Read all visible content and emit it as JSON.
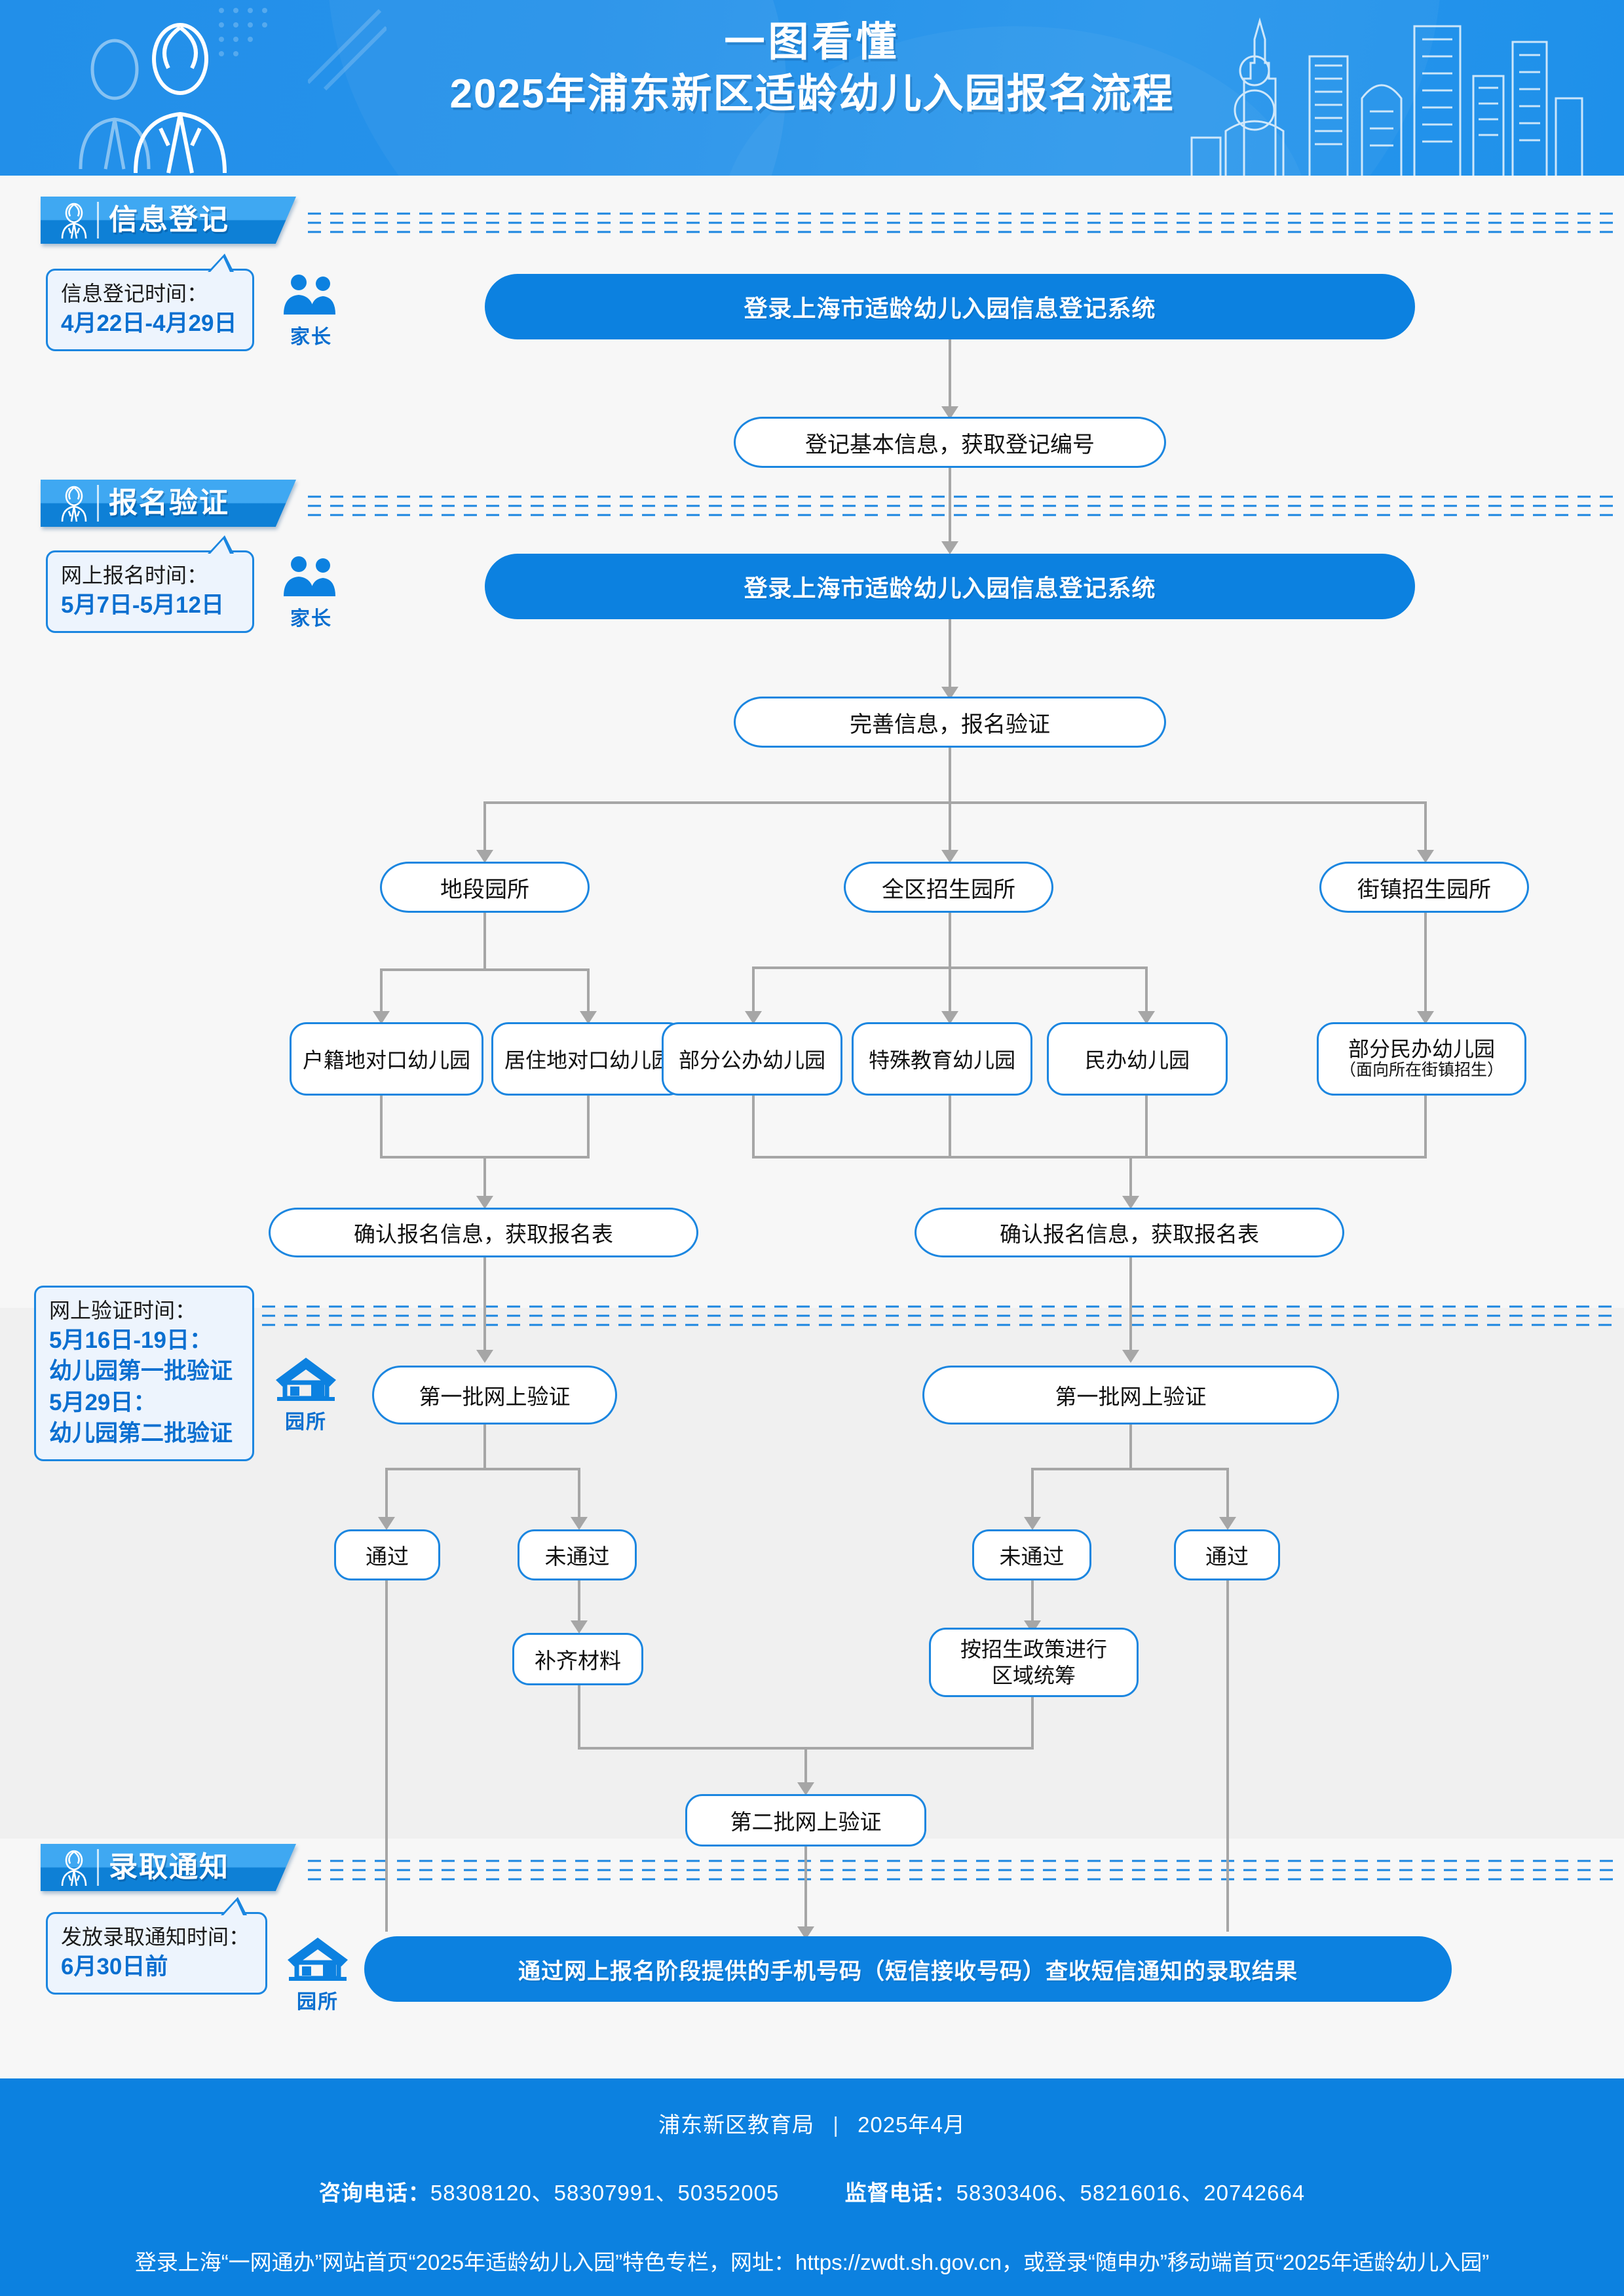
{
  "banner": {
    "line1": "一图看懂",
    "line2": "2025年浦东新区适龄幼儿入园报名流程"
  },
  "sections": [
    {
      "id": "info-registration",
      "title": "信息登记",
      "callout_label": "信息登记时间：",
      "callout_value": "4月22日-4月29日",
      "role_label": "家长",
      "role_icon": "parents-icon"
    },
    {
      "id": "signup-verification",
      "title": "报名验证",
      "callout_label": "网上报名时间：",
      "callout_value": "5月7日-5月12日",
      "role_label": "家长",
      "role_icon": "parents-icon"
    },
    {
      "id": "online-verification",
      "title": "",
      "callout_label": "网上验证时间：",
      "callout_value_1": "5月16日-19日：",
      "callout_value_2": "幼儿园第一批验证",
      "callout_value_3": "5月29日：",
      "callout_value_4": "幼儿园第二批验证",
      "role_label": "园所",
      "role_icon": "house-icon"
    },
    {
      "id": "admission-notice",
      "title": "录取通知",
      "callout_label": "发放录取通知时间：",
      "callout_value": "6月30日前",
      "role_label": "园所",
      "role_icon": "house-icon"
    }
  ],
  "flow": {
    "n1": "登录上海市适龄幼儿入园信息登记系统",
    "n2": "登记基本信息，获取登记编号",
    "n3": "登录上海市适龄幼儿入园信息登记系统",
    "n4": "完善信息，报名验证",
    "b1": "地段园所",
    "b2": "全区招生园所",
    "b3": "街镇招生园所",
    "k1": "户籍地对口幼儿园",
    "k2": "居住地对口幼儿园",
    "k3": "部分公办幼儿园",
    "k4": "特殊教育幼儿园",
    "k5": "民办幼儿园",
    "k6_main": "部分民办幼儿园",
    "k6_sub": "（面向所在街镇招生）",
    "c1": "确认报名信息，获取报名表",
    "c2": "确认报名信息，获取报名表",
    "v1": "第一批网上验证",
    "v2": "第一批网上验证",
    "p1": "通过",
    "f1": "未通过",
    "f2": "未通过",
    "p2": "通过",
    "m1": "补齐材料",
    "m2_l1": "按招生政策进行",
    "m2_l2": "区域统筹",
    "v3": "第二批网上验证",
    "final": "通过网上报名阶段提供的手机号码（短信接收号码）查收短信通知的录取结果"
  },
  "footer": {
    "org": "浦东新区教育局",
    "date": "2025年4月",
    "consult_label": "咨询电话：",
    "consult_value": "58308120、58307991、50352005",
    "supervise_label": "监督电话：",
    "supervise_value": "58303406、58216016、20742664",
    "note": "登录上海“一网通办”网站首页“2025年适龄幼儿入园”特色专栏，网址：https://zwdt.sh.gov.cn，或登录“随申办”移动端首页“2025年适龄幼儿入园”"
  },
  "colors": {
    "brand_blue": "#0c81e0",
    "light_blue": "#3fa8f2",
    "node_border": "#1b86e0",
    "connector_gray": "#a6a6a6",
    "callout_bg": "#edf4fd",
    "shade_bg": "#f0f0f0"
  }
}
